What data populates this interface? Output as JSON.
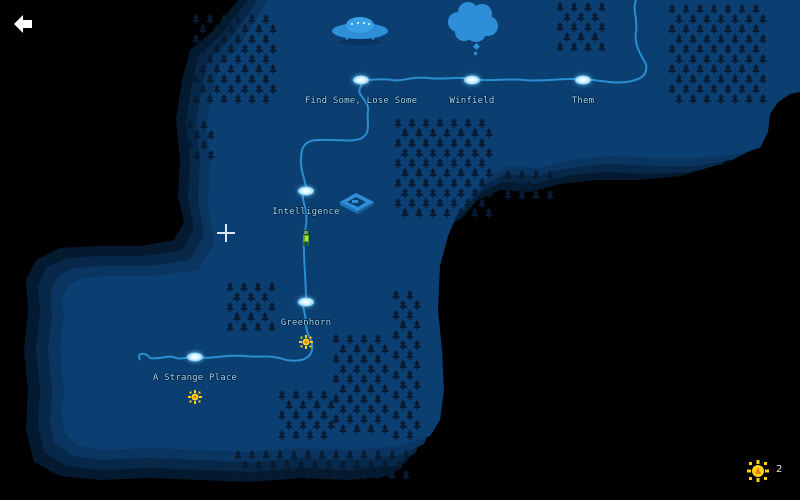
{
  "screen": {
    "title": "World Map"
  },
  "back_button": {
    "icon": "arrow-left-icon"
  },
  "colors": {
    "void": "#000000",
    "edge_dark": "#041a30",
    "edge_mid": "#072848",
    "edge_light": "#0a3560",
    "land": "#0b3f72",
    "river": "#2a8fd0",
    "tree": "#071c33",
    "landmark": "#2e8fd8",
    "label_text": "#9fd6f2",
    "sun": "#ffd21a"
  },
  "levels": [
    {
      "name": "Find Some, Lose Some",
      "id": "find-some-lose-some"
    },
    {
      "name": "Winfield",
      "id": "winfield"
    },
    {
      "name": "Them",
      "id": "them"
    },
    {
      "name": "Intelligence",
      "id": "intelligence"
    },
    {
      "name": "Greenhorn",
      "id": "greenhorn"
    },
    {
      "name": "A Strange Place",
      "id": "a-strange-place"
    }
  ],
  "landmarks": [
    {
      "name": "ufo",
      "icon": "ufo-icon"
    },
    {
      "name": "thought-cloud",
      "icon": "thought-cloud-icon"
    },
    {
      "name": "ruins",
      "icon": "ruins-icon"
    }
  ],
  "player": {
    "icon": "player-character-icon"
  },
  "cursor": {
    "icon": "crosshair-icon"
  },
  "collectibles": [
    {
      "level": "Greenhorn",
      "icon": "sun-token-icon"
    },
    {
      "level": "A Strange Place",
      "icon": "sun-token-icon"
    }
  ],
  "hud": {
    "sun_count": "2",
    "sun_icon": "sun-token-icon"
  }
}
